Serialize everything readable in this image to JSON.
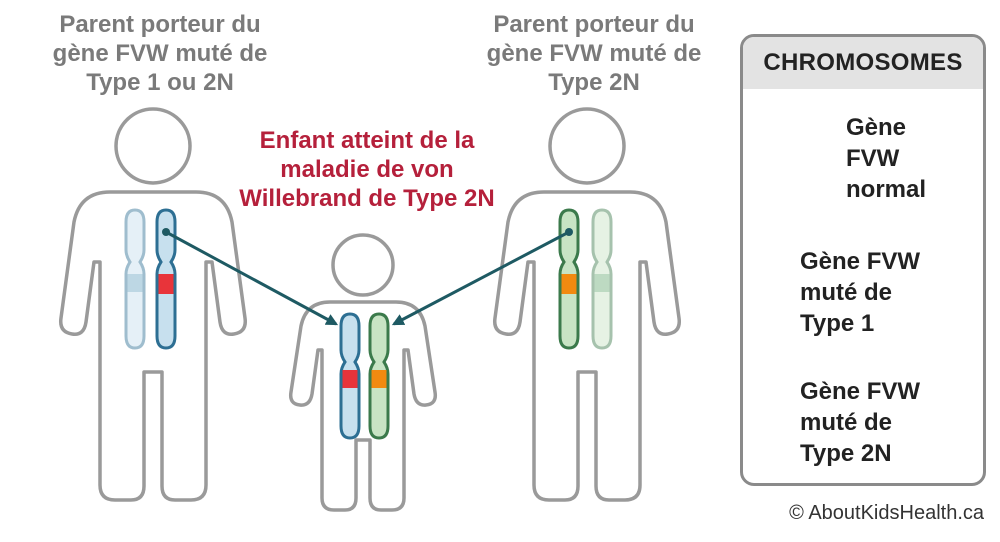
{
  "parent1": {
    "label_lines": [
      "Parent porteur du",
      "gène FVW muté de",
      "Type 1 ou 2N"
    ]
  },
  "parent2": {
    "label_lines": [
      "Parent porteur du",
      "gène FVW muté de",
      "Type 2N"
    ]
  },
  "child": {
    "label_lines": [
      "Enfant atteint de la",
      "maladie de von",
      "Willebrand de Type 2N"
    ]
  },
  "legend": {
    "title": "CHROMOSOMES",
    "items": [
      {
        "lines": [
          "Gène",
          "FVW",
          "normal"
        ]
      },
      {
        "lines": [
          "Gène FVW",
          "muté de",
          "Type 1"
        ]
      },
      {
        "lines": [
          "Gène FVW",
          "muté de",
          "Type 2N"
        ]
      }
    ]
  },
  "copyright": "© AboutKidsHealth.ca",
  "colors": {
    "outline": "#9a9a9a",
    "blue_stroke": "#2d6f93",
    "blue_fill": "#c7e0ee",
    "blue_band": "#6fa7c5",
    "green_stroke": "#3b7a4b",
    "green_fill": "#c8e4c4",
    "green_band": "#6fae7a",
    "type1_mutation": "#e8343a",
    "type2n_mutation": "#f28a10",
    "arrow": "#1e5a63",
    "title_red": "#b5203b"
  }
}
